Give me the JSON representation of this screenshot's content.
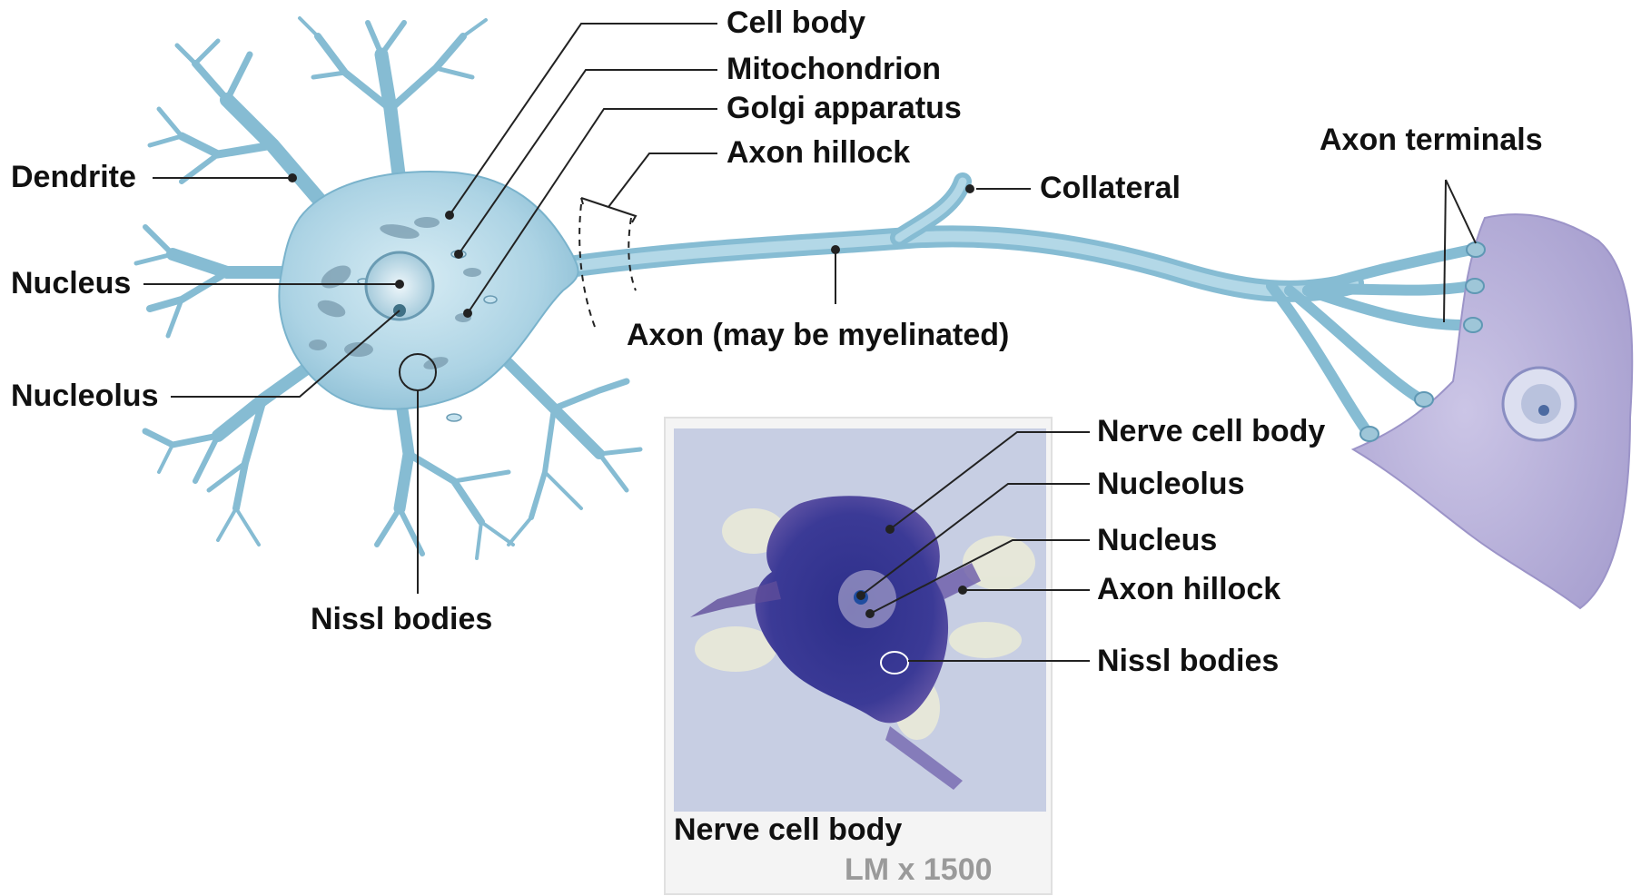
{
  "diagram": {
    "labels": {
      "cell_body": "Cell body",
      "mitochondrion": "Mitochondrion",
      "golgi": "Golgi apparatus",
      "axon_hillock": "Axon hillock",
      "collateral": "Collateral",
      "axon_terminals": "Axon terminals",
      "dendrite": "Dendrite",
      "nucleus": "Nucleus",
      "nucleolus": "Nucleolus",
      "nissl": "Nissl bodies",
      "axon": "Axon (may be myelinated)"
    },
    "micrograph": {
      "labels": {
        "nerve_cell_body": "Nerve cell body",
        "nucleolus": "Nucleolus",
        "nucleus": "Nucleus",
        "axon_hillock": "Axon hillock",
        "nissl": "Nissl bodies"
      },
      "caption": "Nerve cell body",
      "magnification": "LM x 1500"
    },
    "colors": {
      "neuron_fill": "#a9d2e3",
      "neuron_stroke": "#6fa9c4",
      "target_cell": "#b5aed6",
      "micrograph_bg": "#c3cbe3",
      "stain": "#3c3894"
    }
  }
}
